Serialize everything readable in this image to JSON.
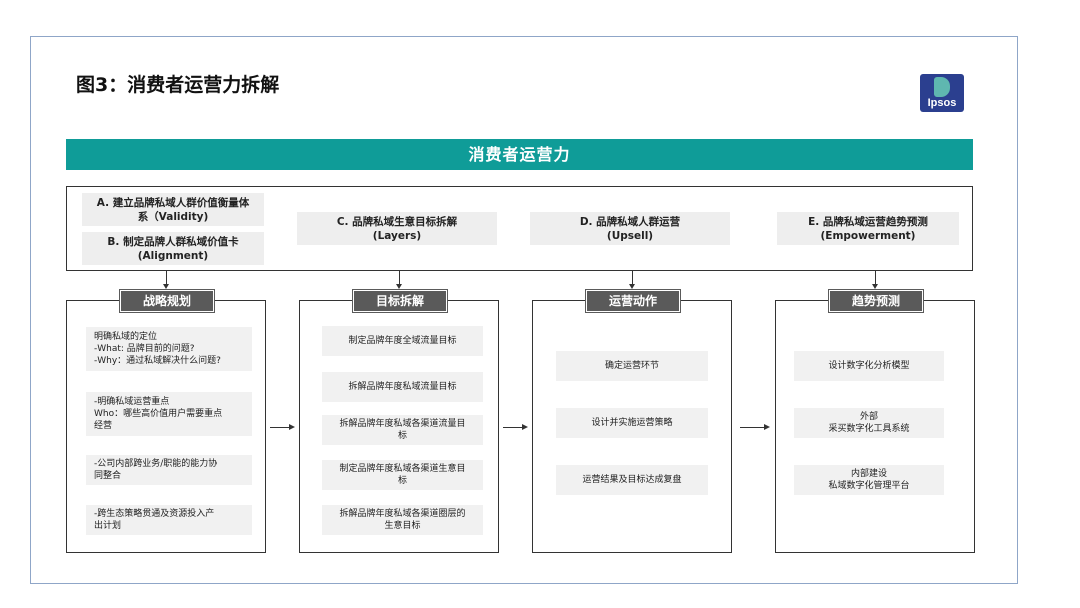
{
  "title": "图3：消费者运营力拆解",
  "logo": {
    "text": "Ipsos"
  },
  "banner": "消费者运营力",
  "top_tags": [
    {
      "text": "A. 建立品牌私域人群价值衡量体\n系（Validity)"
    },
    {
      "text": "B. 制定品牌人群私域价值卡\n(Alignment)"
    },
    {
      "text": "C. 品牌私域生意目标拆解\n(Layers)"
    },
    {
      "text": "D. 品牌私域人群运营\n(Upsell)"
    },
    {
      "text": "E. 品牌私域运营趋势预测\n(Empowerment)"
    }
  ],
  "columns": [
    {
      "header": "战略规划",
      "items": [
        "明确私域的定位\n-What: 品牌目前的问题?\n-Why：通过私域解决什么问题?",
        "-明确私域运营重点\nWho：哪些高价值用户需要重点\n经营",
        "-公司内部跨业务/职能的能力协\n同整合",
        "-跨生态策略贯通及资源投入产\n出计划"
      ]
    },
    {
      "header": "目标拆解",
      "items": [
        "制定品牌年度全域流量目标",
        "拆解品牌年度私域流量目标",
        "拆解品牌年度私域各渠道流量目\n标",
        "制定品牌年度私域各渠道生意目\n标",
        "拆解品牌年度私域各渠道圈层的\n生意目标"
      ]
    },
    {
      "header": "运营动作",
      "items": [
        "确定运营环节",
        "设计并实施运营策略",
        "运营结果及目标达成复盘"
      ]
    },
    {
      "header": "趋势预测",
      "items": [
        "设计数字化分析模型",
        "外部\n采买数字化工具系统",
        "内部建设\n私域数字化管理平台"
      ]
    }
  ]
}
